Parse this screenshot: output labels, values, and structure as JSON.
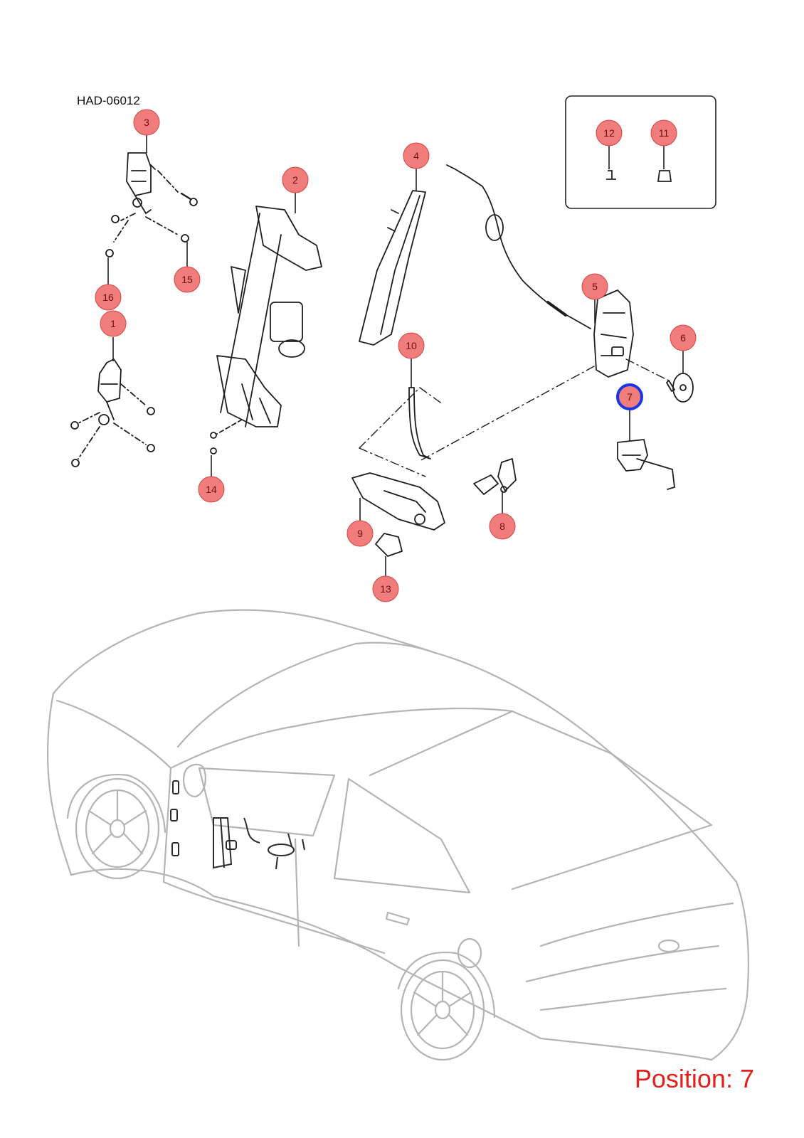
{
  "diagram_code": "HAD-06012",
  "position": {
    "label": "Position:",
    "value": "7"
  },
  "colors": {
    "callout_fill": "#f07c7c",
    "callout_stroke": "#d54545",
    "selected_ring": "#1a35e8",
    "readout": "#e3211c",
    "car_outline": "#b4b4b4",
    "part_line": "#1e1e1e"
  },
  "callouts": [
    {
      "id": "1",
      "label": "1"
    },
    {
      "id": "2",
      "label": "2"
    },
    {
      "id": "3",
      "label": "3"
    },
    {
      "id": "4",
      "label": "4"
    },
    {
      "id": "5",
      "label": "5"
    },
    {
      "id": "6",
      "label": "6"
    },
    {
      "id": "7",
      "label": "7",
      "selected": true
    },
    {
      "id": "8",
      "label": "8"
    },
    {
      "id": "9",
      "label": "9"
    },
    {
      "id": "10",
      "label": "10"
    },
    {
      "id": "11",
      "label": "11"
    },
    {
      "id": "12",
      "label": "12"
    },
    {
      "id": "13",
      "label": "13"
    },
    {
      "id": "14",
      "label": "14"
    },
    {
      "id": "15",
      "label": "15"
    },
    {
      "id": "16",
      "label": "16"
    }
  ]
}
